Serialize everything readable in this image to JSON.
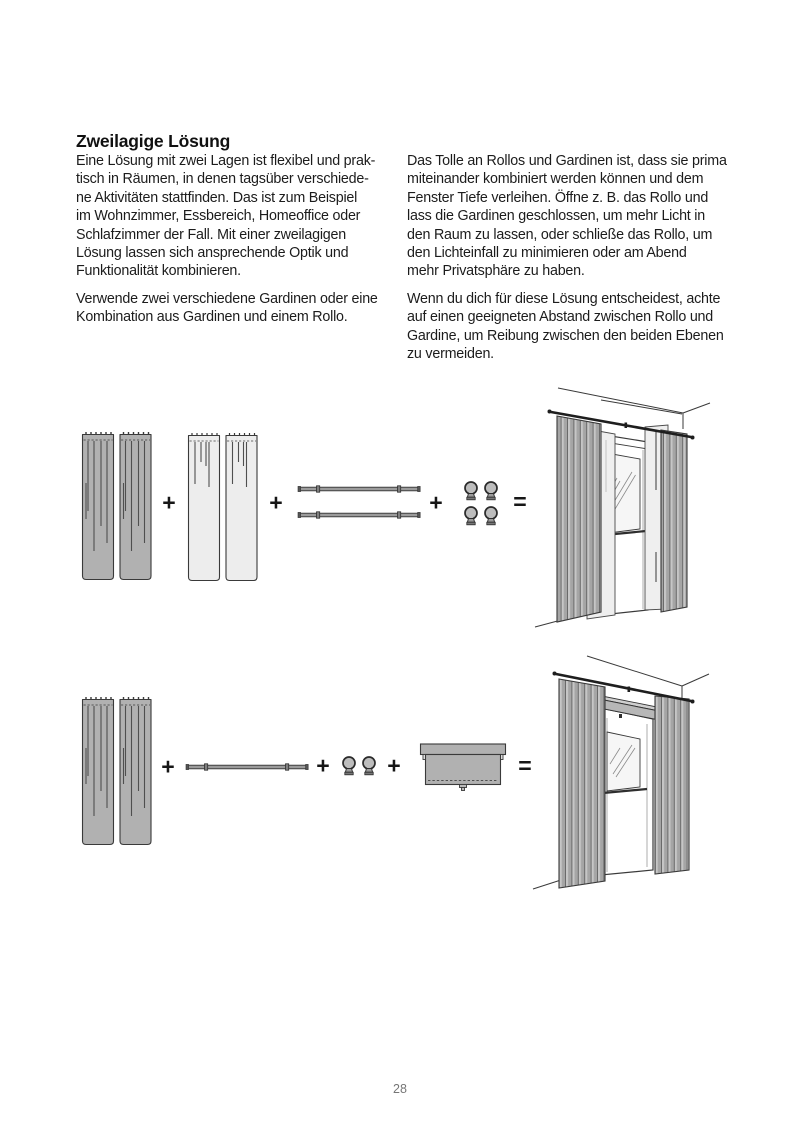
{
  "page": {
    "number": "28"
  },
  "colors": {
    "text": "#1c1c1c",
    "title": "#111111",
    "outline": "#3a3a3a",
    "curtain_dark": "#b1b1b1",
    "curtain_light": "#ededed",
    "line_dark": "#1e1e1e",
    "page_number": "#767676"
  },
  "article": {
    "title": "Zweilagige Lösung",
    "left_column": {
      "paragraph_1": "Eine Lösung mit zwei Lagen ist flexibel und prak-\ntisch in Räumen, in denen tagsüber verschiede-\nne Aktivitäten stattfinden. Das ist zum Beispiel\nim Wohnzimmer, Essbereich, Homeoffice oder\nSchlafzimmer der Fall. Mit einer zweilagigen\nLösung lassen sich ansprechende Optik und\nFunktionalität kombinieren.",
      "paragraph_2": "Verwende zwei verschiedene Gardinen oder eine\nKombination aus Gardinen und einem Rollo."
    },
    "right_column": {
      "paragraph_1": "Das Tolle an Rollos und Gardinen ist, dass sie prima\nmiteinander kombiniert werden können und dem\nFenster Tiefe verleihen. Öffne z. B. das Rollo und\nlass die Gardinen geschlossen, um mehr Licht in\nden Raum zu lassen, oder schließe das Rollo, um\nden Lichteinfall zu minimieren oder am Abend\nmehr Privatsphäre zu haben.",
      "paragraph_2": "Wenn du dich für diese Lösung entscheidest, achte\nauf einen geeigneten Abstand zwischen Rollo und\nGardine, um Reibung zwischen den beiden Ebenen\nzu vermeiden."
    }
  },
  "diagrams": {
    "row_1": {
      "operators": [
        "+",
        "+",
        "+",
        "="
      ],
      "icons": [
        "dark-curtain-pair-icon",
        "sheer-curtain-pair-icon",
        "curtain-rod-pair-icon",
        "wall-knobs-four-icon",
        "window-two-curtain-layers-illustration"
      ]
    },
    "row_2": {
      "operators": [
        "+",
        "+",
        "+",
        "="
      ],
      "icons": [
        "gray-curtain-pair-icon",
        "curtain-rod-icon",
        "wall-knobs-two-icon",
        "roller-blind-icon",
        "window-curtains-roller-blind-illustration"
      ]
    }
  }
}
